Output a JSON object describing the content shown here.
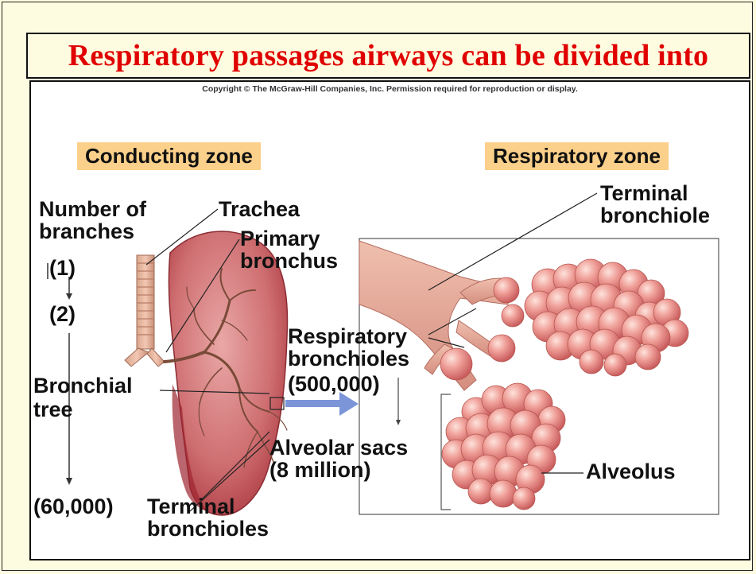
{
  "title": "Respiratory passages airways can be divided into",
  "copyright": "Copyright © The McGraw-Hill Companies, Inc. Permission required for reproduction or display.",
  "zones": {
    "conducting": "Conducting zone",
    "respiratory": "Respiratory zone"
  },
  "labels": {
    "number_of_branches_1": "Number of",
    "number_of_branches_2": "branches",
    "count_1": "(1)",
    "count_2": "(2)",
    "count_60000": "(60,000)",
    "trachea": "Trachea",
    "primary_bronchus_1": "Primary",
    "primary_bronchus_2": "bronchus",
    "bronchial_tree_1": "Bronchial",
    "bronchial_tree_2": "tree",
    "terminal_bronchioles_1": "Terminal",
    "terminal_bronchioles_2": "bronchioles",
    "respiratory_bronchioles_1": "Respiratory",
    "respiratory_bronchioles_2": "bronchioles",
    "count_500000": "(500,000)",
    "alveolar_sacs_1": "Alveolar sacs",
    "alveolar_sacs_2": "(8 million)",
    "terminal_bronchiole_1": "Terminal",
    "terminal_bronchiole_2": "bronchiole",
    "alveolus": "Alveolus"
  },
  "colors": {
    "title": "#e00000",
    "zone_bg": "#fbd08a",
    "lung": "#c25055",
    "alveoli": "#e58a88",
    "page_bg": "#fefce0",
    "arrow": "#7b95d8"
  }
}
